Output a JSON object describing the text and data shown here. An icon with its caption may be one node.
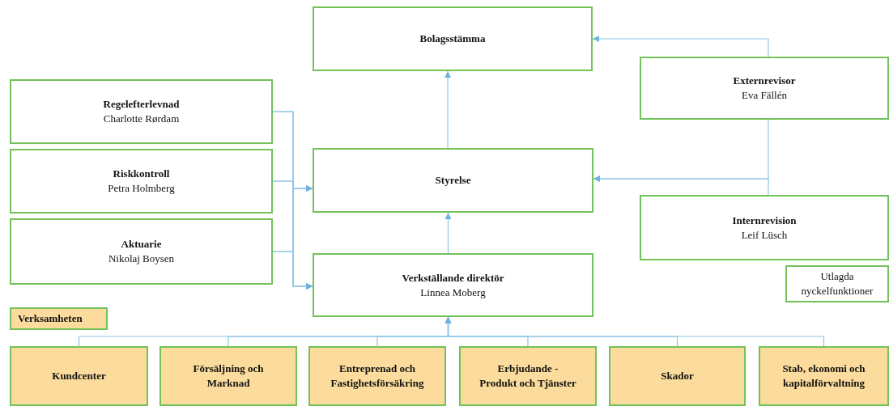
{
  "diagram": {
    "nodes": [
      {
        "text": [
          "Bolagsstämma"
        ]
      },
      {
        "text": [
          "Externrevisor",
          "Eva Fällén"
        ]
      },
      {
        "text": [
          "Regelefterlevnad",
          "Charlotte Rørdam"
        ]
      },
      {
        "text": [
          "Riskkontroll",
          "Petra Holmberg"
        ]
      },
      {
        "text": [
          "Aktuarie",
          "Nikolaj Boysen"
        ]
      },
      {
        "text": [
          "Styrelse"
        ]
      },
      {
        "text": [
          "Internrevision",
          "Leif Lüsch"
        ]
      },
      {
        "text": [
          "Utlagda nyckelfunktioner"
        ]
      },
      {
        "text": [
          "Verkställande direktör",
          "Linnea Moberg"
        ]
      },
      {
        "text": [
          "Verksamheten"
        ]
      },
      {
        "text": [
          "Kundcenter"
        ]
      },
      {
        "text": [
          "Försäljning och Marknad"
        ]
      },
      {
        "text": [
          "Entreprenad och Fastighetsförsäkring"
        ]
      },
      {
        "text": [
          "Erbjudande - Produkt och Tjänster"
        ]
      },
      {
        "text": [
          "Skador"
        ]
      },
      {
        "text": [
          "Stab, ekonomi och kapitalförvaltning"
        ]
      }
    ],
    "edges": [
      {
        "from": 5,
        "to": 0,
        "arrow": "to"
      },
      {
        "from": 8,
        "to": 5,
        "arrow": "to"
      },
      {
        "from": 1,
        "to": 0,
        "arrow": "to"
      },
      {
        "from": 1,
        "to": 5,
        "arrow": "to"
      },
      {
        "from": 6,
        "to": 5,
        "arrow": "to"
      },
      {
        "from": 2,
        "to": 5,
        "arrow": "to"
      },
      {
        "from": 2,
        "to": 8,
        "arrow": "to"
      },
      {
        "from": 3,
        "to": 5,
        "arrow": "to"
      },
      {
        "from": 3,
        "to": 8,
        "arrow": "to"
      },
      {
        "from": 4,
        "to": 5,
        "arrow": "to"
      },
      {
        "from": 4,
        "to": 8,
        "arrow": "to"
      },
      {
        "from": 10,
        "to": 8,
        "arrow": "to"
      },
      {
        "from": 11,
        "to": 8,
        "arrow": "to"
      },
      {
        "from": 12,
        "to": 8,
        "arrow": "to"
      },
      {
        "from": 13,
        "to": 8,
        "arrow": "to"
      },
      {
        "from": 14,
        "to": 8,
        "arrow": "to"
      },
      {
        "from": 15,
        "to": 8,
        "arrow": "to"
      }
    ]
  }
}
